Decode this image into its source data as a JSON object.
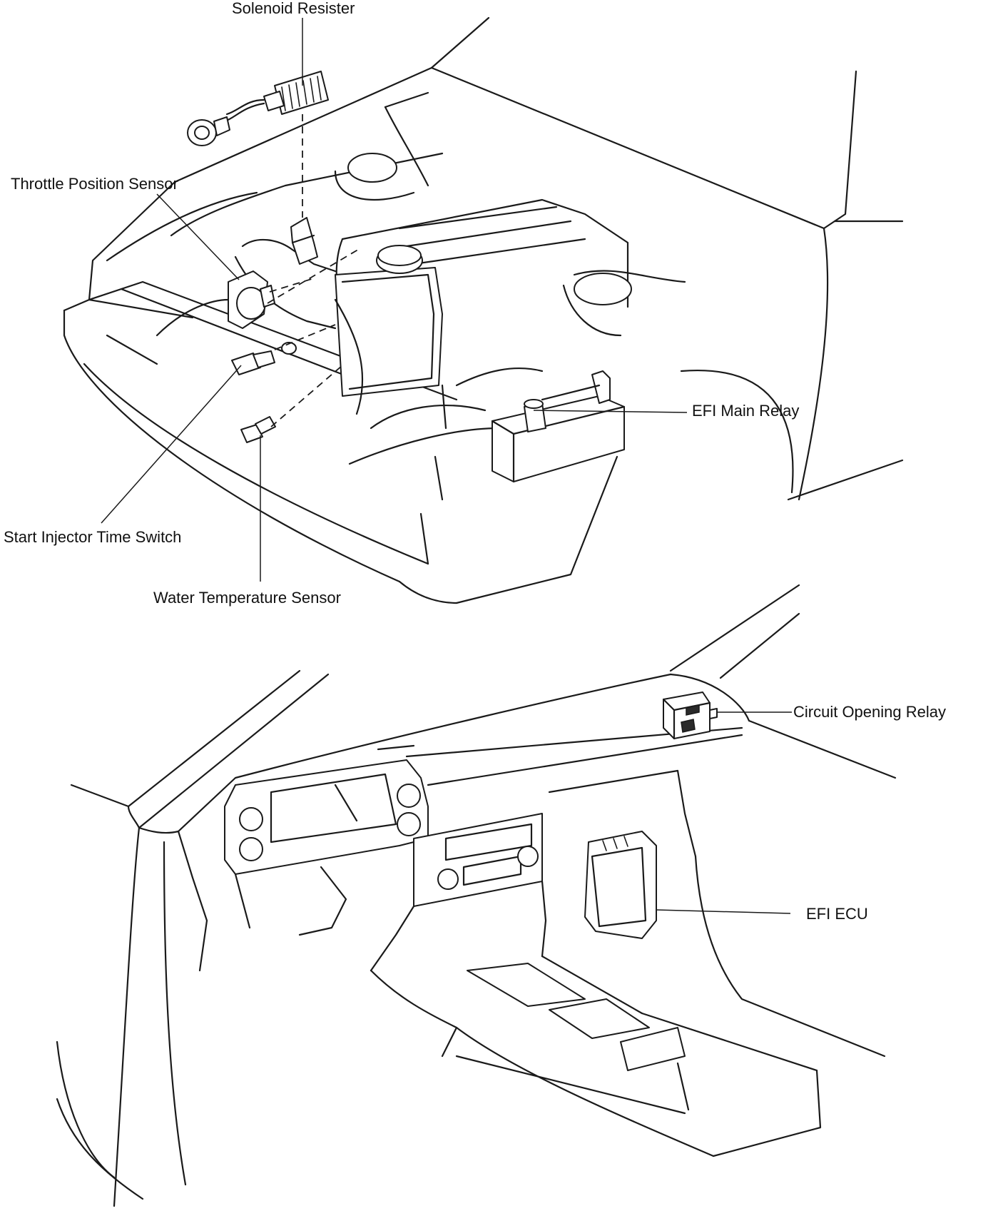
{
  "labels": {
    "solenoid_resister": "Solenoid Resister",
    "throttle_position_sensor": "Throttle Position Sensor",
    "efi_main_relay": "EFI Main Relay",
    "start_injector_time_switch": "Start Injector Time Switch",
    "water_temperature_sensor": "Water Temperature Sensor",
    "circuit_opening_relay": "Circuit Opening Relay",
    "efi_ecu": "EFI ECU"
  }
}
